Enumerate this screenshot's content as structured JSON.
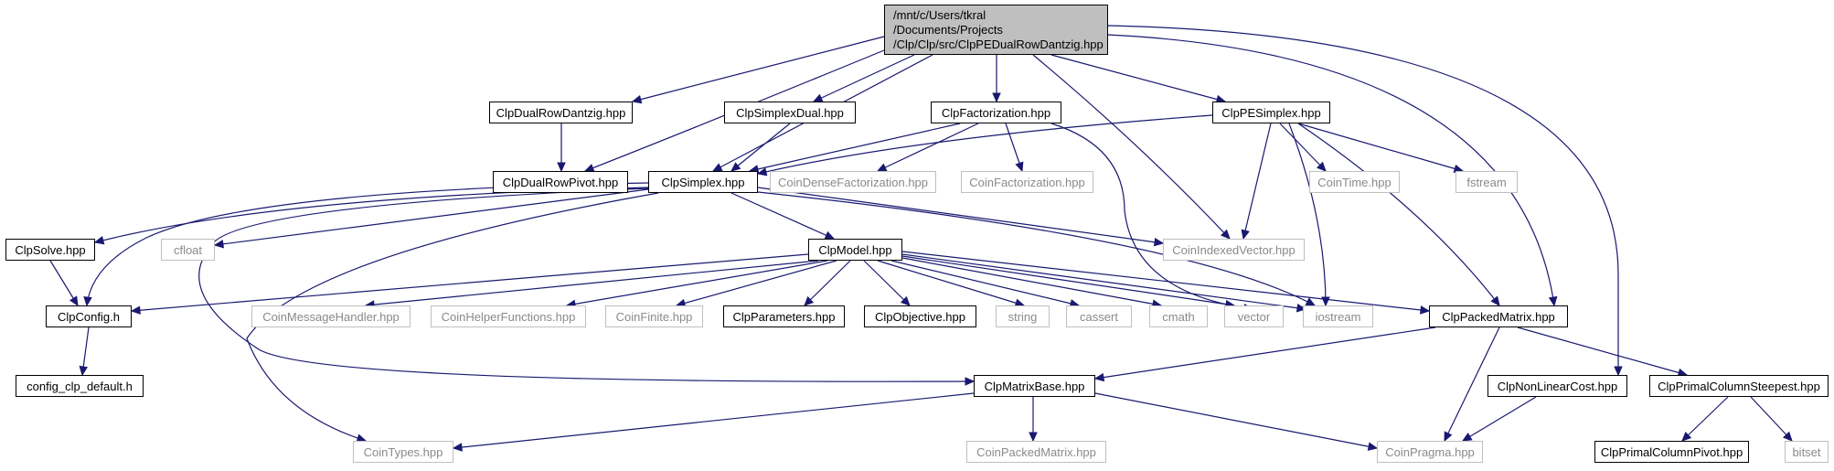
{
  "accent_color": "#191970",
  "root": {
    "lines": [
      "/mnt/c/Users/tkral",
      "/Documents/Projects",
      "/Clp/Clp/src/ClpPEDualRowDantzig.hpp"
    ]
  },
  "nodes": {
    "ClpDualRowDantzig": "ClpDualRowDantzig.hpp",
    "ClpSimplexDual": "ClpSimplexDual.hpp",
    "ClpFactorization": "ClpFactorization.hpp",
    "ClpPESimplex": "ClpPESimplex.hpp",
    "ClpDualRowPivot": "ClpDualRowPivot.hpp",
    "ClpSimplex": "ClpSimplex.hpp",
    "CoinDenseFactorization": "CoinDenseFactorization.hpp",
    "CoinFactorization": "CoinFactorization.hpp",
    "CoinTime": "CoinTime.hpp",
    "fstream": "fstream",
    "ClpSolve": "ClpSolve.hpp",
    "cfloat": "cfloat",
    "ClpModel": "ClpModel.hpp",
    "CoinIndexedVector": "CoinIndexedVector.hpp",
    "ClpConfig": "ClpConfig.h",
    "CoinMessageHandler": "CoinMessageHandler.hpp",
    "CoinHelperFunctions": "CoinHelperFunctions.hpp",
    "CoinFinite": "CoinFinite.hpp",
    "ClpParameters": "ClpParameters.hpp",
    "ClpObjective": "ClpObjective.hpp",
    "string": "string",
    "cassert": "cassert",
    "cmath": "cmath",
    "vector": "vector",
    "iostream": "iostream",
    "ClpPackedMatrix": "ClpPackedMatrix.hpp",
    "config_clp_default": "config_clp_default.h",
    "ClpMatrixBase": "ClpMatrixBase.hpp",
    "ClpNonLinearCost": "ClpNonLinearCost.hpp",
    "ClpPrimalColumnSteepest": "ClpPrimalColumnSteepest.hpp",
    "CoinTypes": "CoinTypes.hpp",
    "CoinPackedMatrix": "CoinPackedMatrix.hpp",
    "CoinPragma": "CoinPragma.hpp",
    "ClpPrimalColumnPivot": "ClpPrimalColumnPivot.hpp",
    "bitset": "bitset"
  }
}
